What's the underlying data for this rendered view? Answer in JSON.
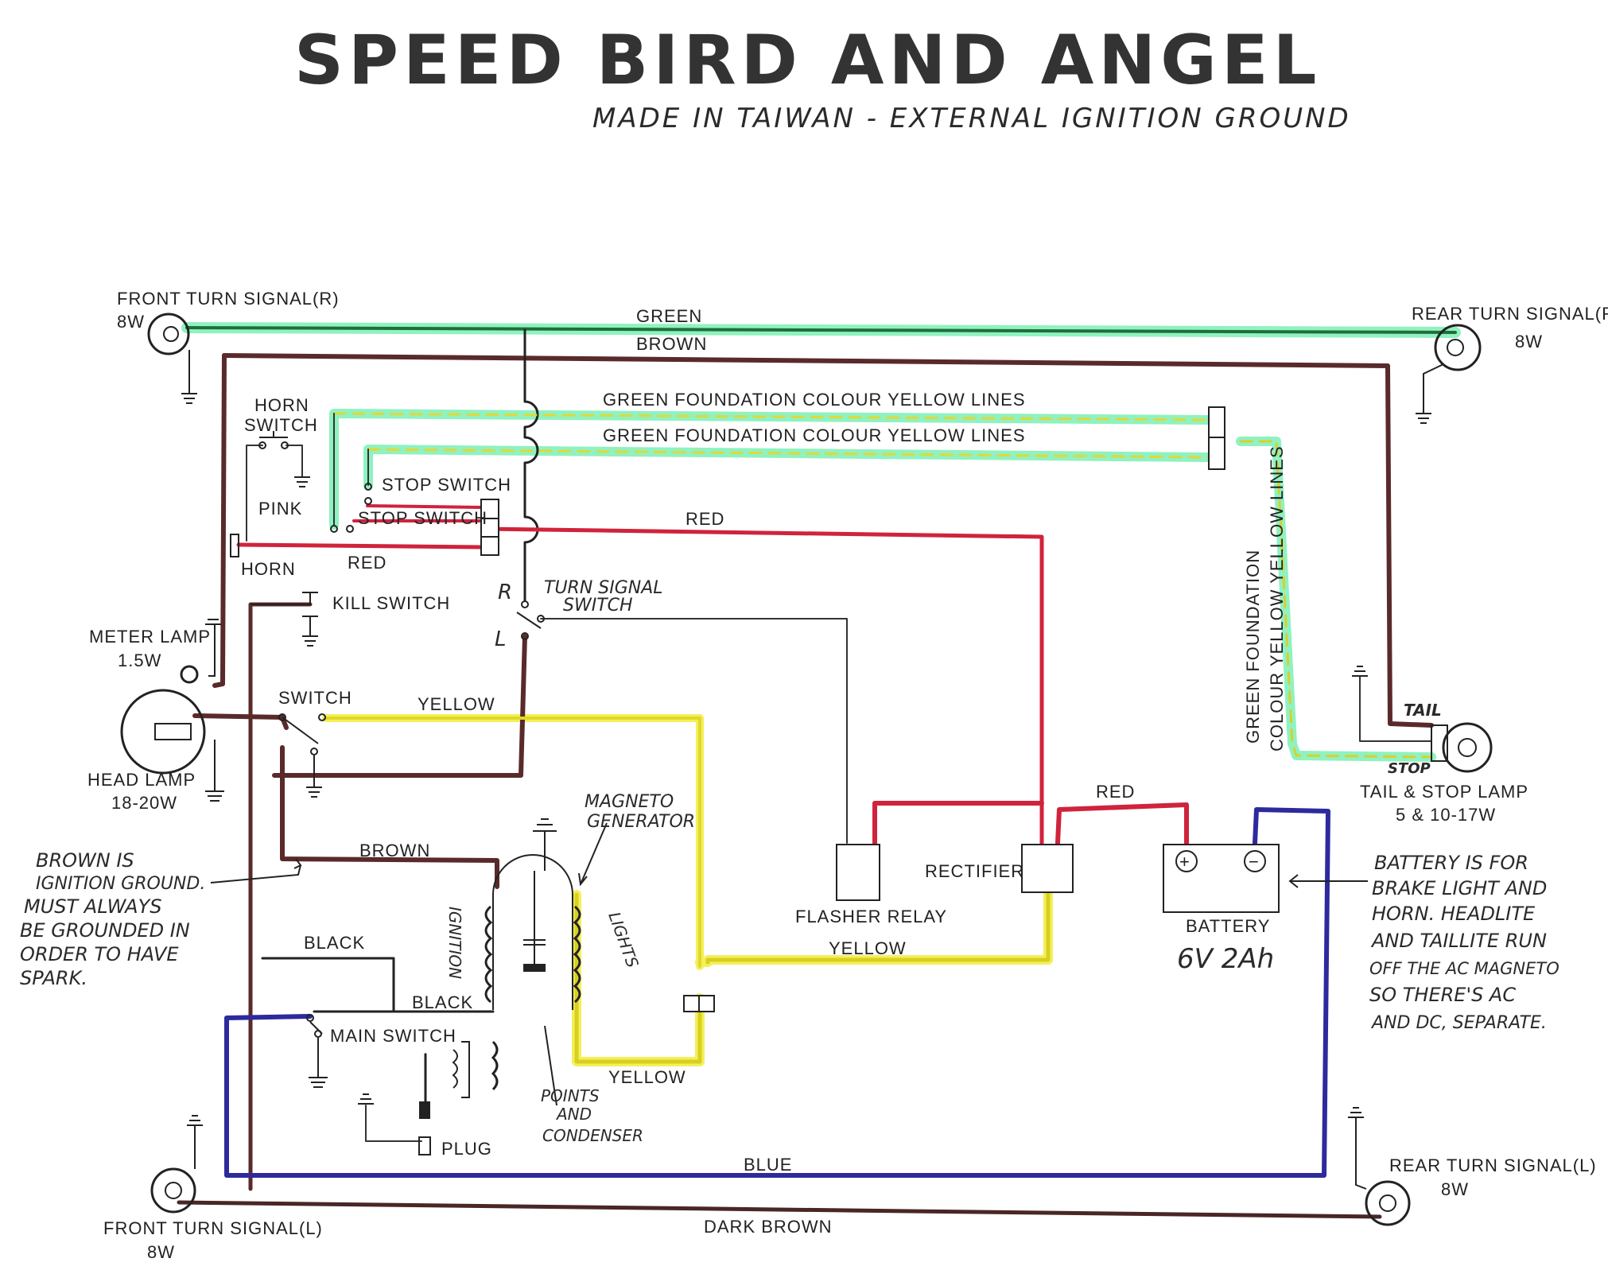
{
  "title": {
    "main": "SPEED BIRD AND ANGEL",
    "subtitle": "MADE IN TAIWAN - EXTERNAL IGNITION GROUND"
  },
  "components": {
    "front_turn_r": {
      "name": "FRONT TURN SIGNAL(R)",
      "rating": "8W"
    },
    "rear_turn_r": {
      "name": "REAR TURN SIGNAL(R)",
      "rating": "8W"
    },
    "front_turn_l": {
      "name": "FRONT TURN SIGNAL(L)",
      "rating": "8W"
    },
    "rear_turn_l": {
      "name": "REAR TURN SIGNAL(L)",
      "rating": "8W"
    },
    "horn_switch": {
      "line1": "HORN",
      "line2": "SWITCH"
    },
    "horn": "HORN",
    "stop_switch_1": "STOP SWITCH",
    "stop_switch_2": "STOP SWITCH",
    "kill_switch": "KILL SWITCH",
    "meter_lamp": {
      "name": "METER LAMP",
      "rating": "1.5W"
    },
    "head_lamp": {
      "name": "HEAD LAMP",
      "rating": "18-20W"
    },
    "switch": "SWITCH",
    "turn_signal_switch": {
      "line1": "TURN SIGNAL",
      "line2": "SWITCH",
      "r": "R",
      "l": "L"
    },
    "magneto": {
      "line1": "MAGNETO",
      "line2": "GENERATOR",
      "ignition": "IGNITION",
      "lights": "LIGHTS"
    },
    "points": {
      "line1": "POINTS",
      "line2": "AND",
      "line3": "CONDENSER"
    },
    "plug": "PLUG",
    "main_switch": "MAIN SWITCH",
    "flasher_relay": "FLASHER RELAY",
    "rectifier": "RECTIFIER",
    "battery": {
      "name": "BATTERY",
      "rating": "6V 2Ah",
      "plus": "+",
      "minus": "−"
    },
    "tail_lamp": {
      "name": "TAIL & STOP LAMP",
      "rating": "5 & 10-17W",
      "tail": "TAIL",
      "stop": "STOP"
    }
  },
  "wires": {
    "green": "GREEN",
    "brown_top": "BROWN",
    "gfcyl_1": "GREEN FOUNDATION COLOUR YELLOW LINES",
    "gfcyl_2": "GREEN FOUNDATION COLOUR YELLOW LINES",
    "gfcyl_v1": "GREEN FOUNDATION",
    "gfcyl_v2": "COLOUR YELLOW YELLOW LINES",
    "red_top": "RED",
    "red_horn": "RED",
    "pink": "PINK",
    "yellow_top": "YELLOW",
    "brown_mid": "BROWN",
    "black_1": "BLACK",
    "black_2": "BLACK",
    "yellow_mid": "YELLOW",
    "yellow_bottom": "YELLOW",
    "red_rect": "RED",
    "blue": "BLUE",
    "dark_brown": "DARK BROWN"
  },
  "notes": {
    "brown": [
      "BROWN IS",
      "IGNITION GROUND.",
      "MUST ALWAYS",
      "BE GROUNDED IN",
      "ORDER TO HAVE",
      "SPARK."
    ],
    "battery": [
      "BATTERY IS FOR",
      "BRAKE LIGHT AND",
      "HORN. HEADLITE",
      "AND TAILLITE RUN",
      "OFF THE AC MAGNETO",
      "SO THERE'S AC",
      "AND DC, SEPARATE."
    ]
  },
  "colors": {
    "green": "#1f7a3a",
    "green_hl": "#7ef2b0",
    "brown": "#5a2a2a",
    "yellow": "#e8e23a",
    "red": "#d0233c",
    "blue": "#2d2a9e",
    "dark": "#222222"
  }
}
